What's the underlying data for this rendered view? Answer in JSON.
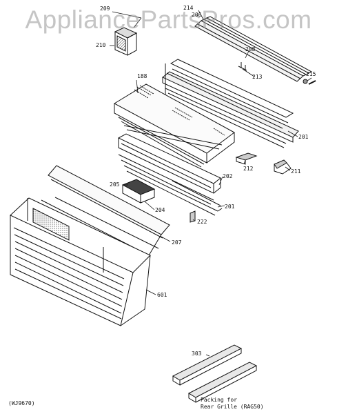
{
  "watermark": "AppliancePartsPros.com",
  "diagram_code": "(WJ9670)",
  "packing_note": {
    "line1": "Packing for",
    "line2": "Rear Grille (RAG50)"
  },
  "callouts": {
    "p209": "209",
    "p214": "214",
    "p206": "206",
    "p210": "210",
    "p208": "208",
    "p188": "188",
    "p213": "213",
    "p215": "215",
    "p201a": "201",
    "p212": "212",
    "p211": "211",
    "p202": "202",
    "p205": "205",
    "p204": "204",
    "p201b": "201",
    "p222": "222",
    "p207": "207",
    "p601": "601",
    "p303": "303"
  }
}
